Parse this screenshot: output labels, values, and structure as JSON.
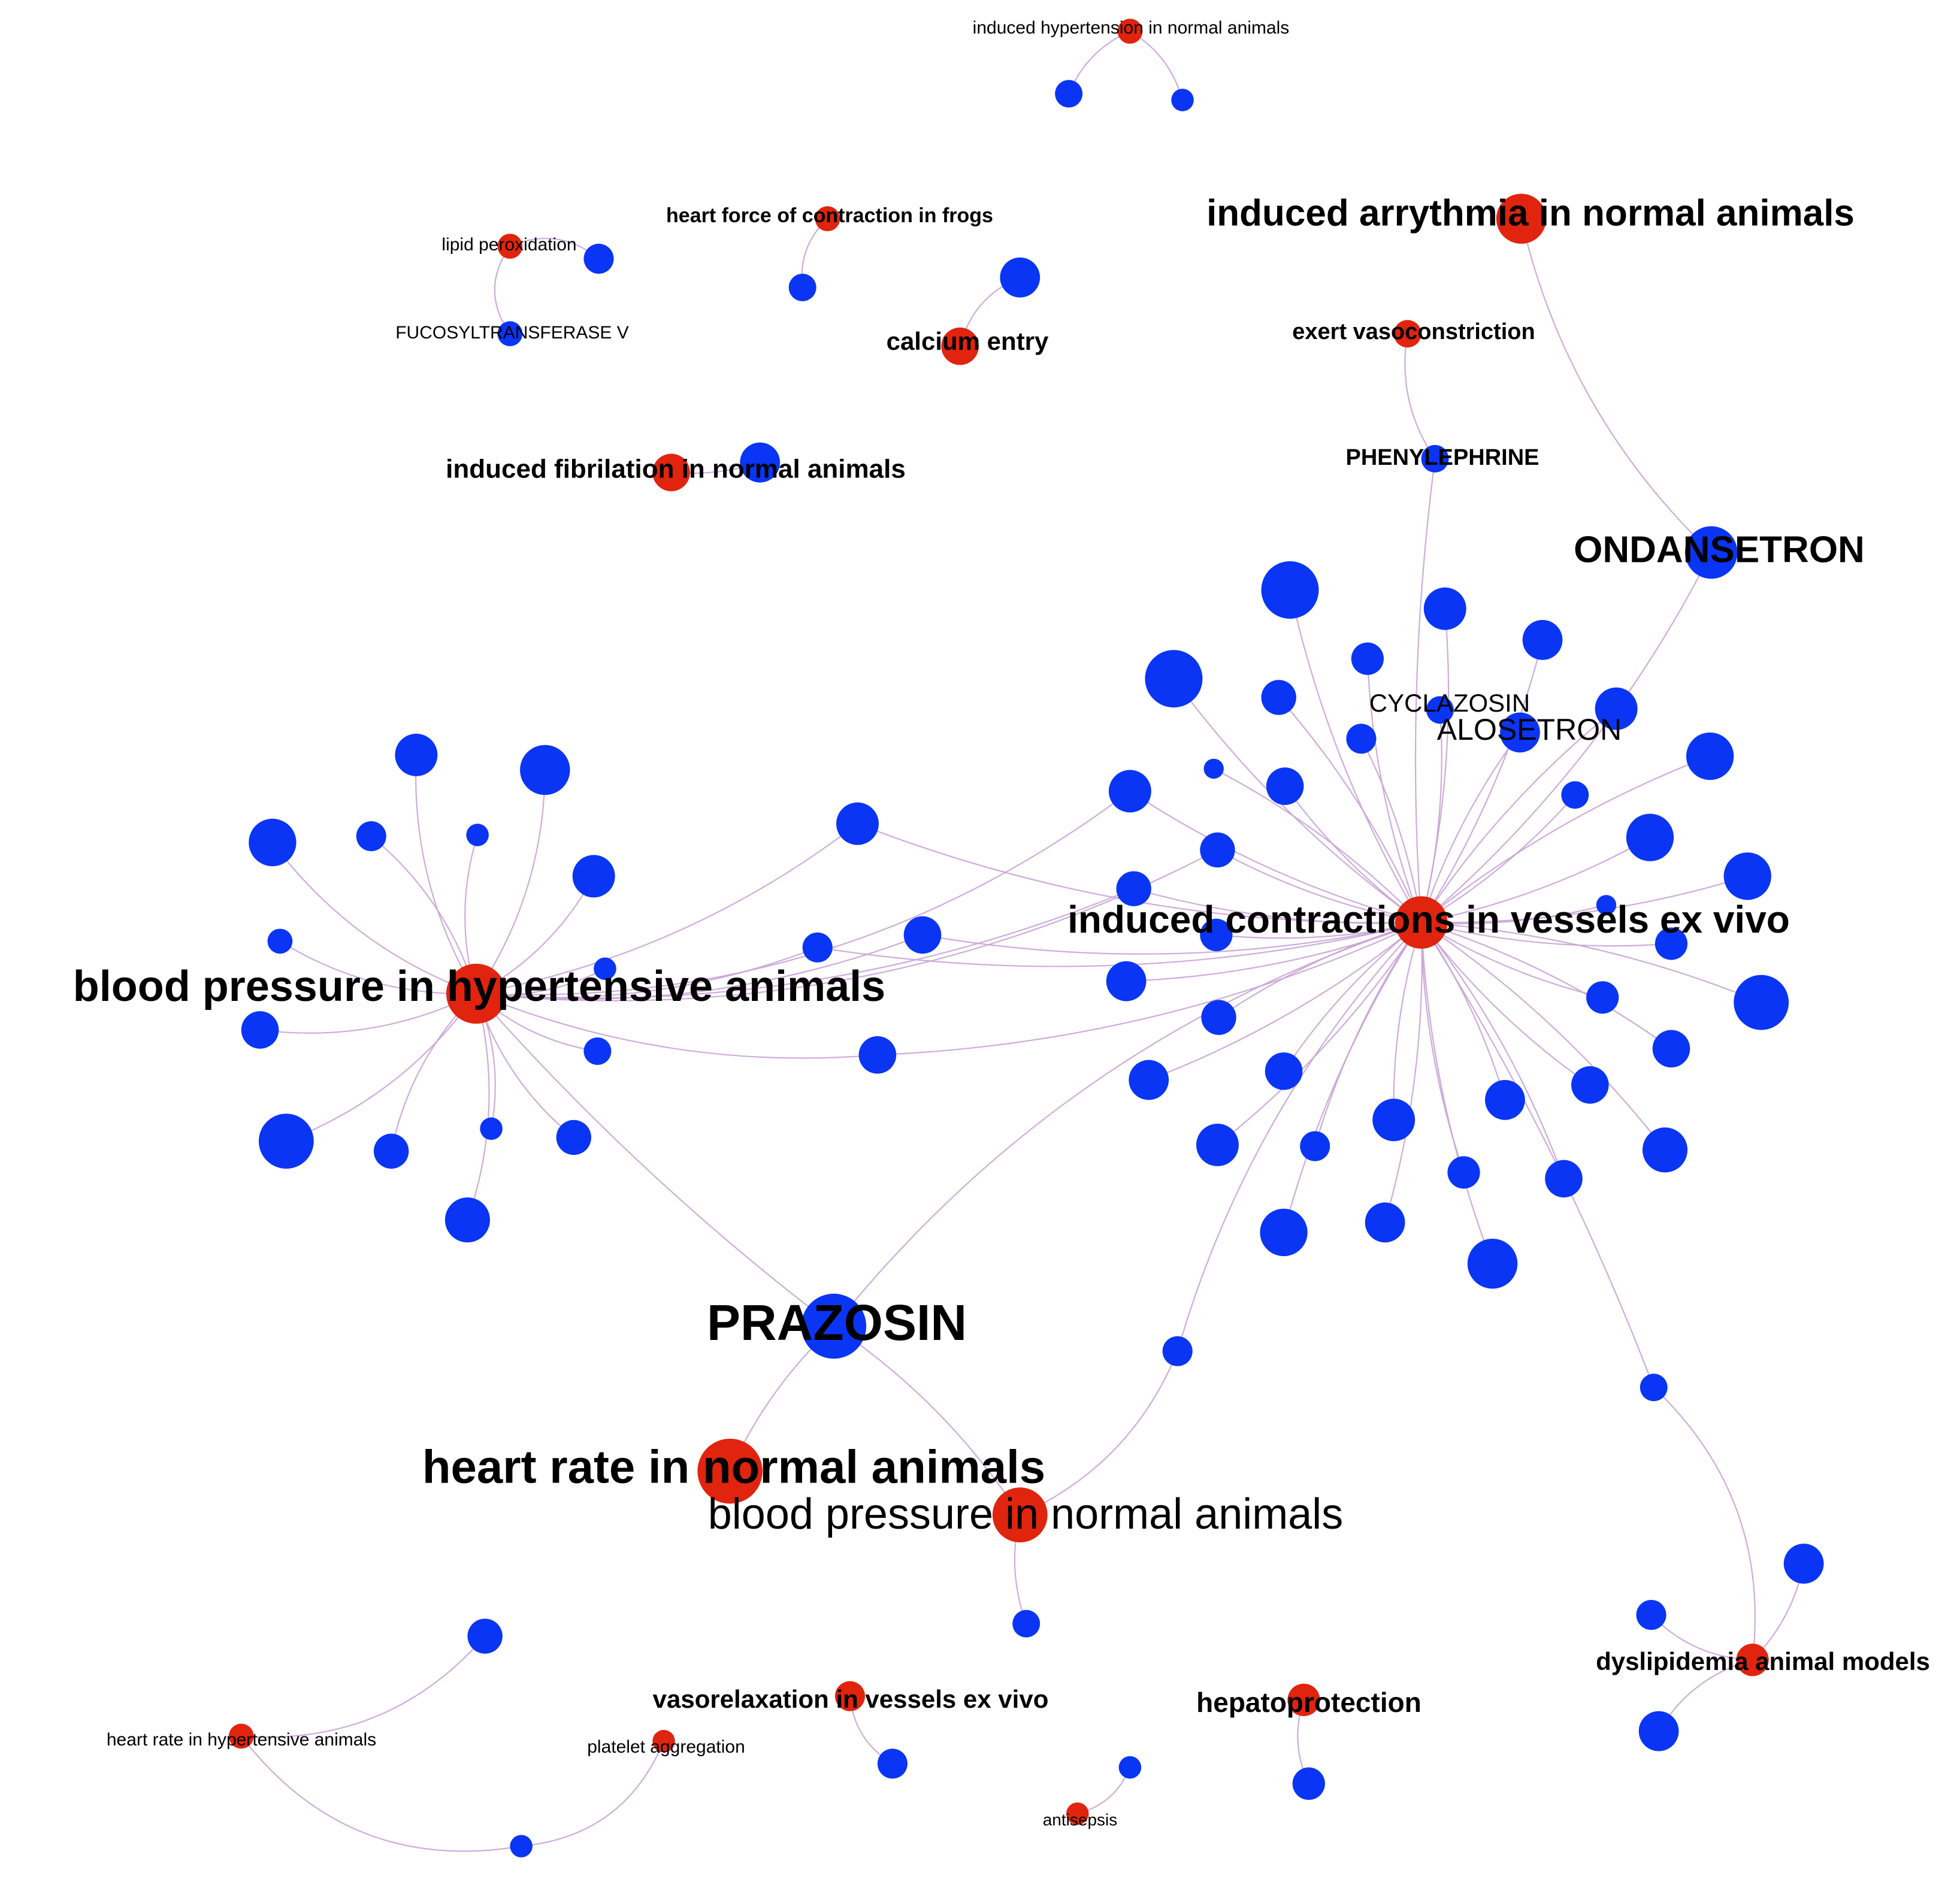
{
  "colors": {
    "drug_node": "#0a35f5",
    "effect_node": "#e1240e",
    "edge": "#c9a3d6",
    "label": "#000000"
  },
  "labels": {
    "induced_hypertension": "induced hypertension in normal animals",
    "heart_force": "heart force of contraction in frogs",
    "lipid_peroxidation": "lipid peroxidation",
    "fucosyltransferase": "FUCOSYLTRANSFERASE V",
    "calcium_entry": "calcium entry",
    "induced_arrythmia": "induced arrythmia in normal animals",
    "exert_vasoconstriction": "exert vasoconstriction",
    "phenylephrine": "PHENYLEPHRINE",
    "induced_fibrilation": "induced fibrilation in normal animals",
    "ondansetron": "ONDANSETRON",
    "cyclazosin": "CYCLAZOSIN",
    "alosetron": "ALOSETRON",
    "induced_contractions": "induced contractions in vessels ex vivo",
    "bp_hypertensive": "blood pressure in hypertensive animals",
    "prazosin": "PRAZOSIN",
    "heart_rate_normal": "heart rate in normal animals",
    "bp_normal": "blood pressure in normal  animals",
    "dyslipidemia": "dyslipidemia animal models",
    "vasorelaxation": "vasorelaxation in vessels ex vivo",
    "hepatoprotection": "hepatoprotection",
    "heart_rate_hypertensive": "heart rate in hypertensive animals",
    "platelet_aggregation": "platelet aggregation",
    "antisepsis": "antisepsis"
  }
}
